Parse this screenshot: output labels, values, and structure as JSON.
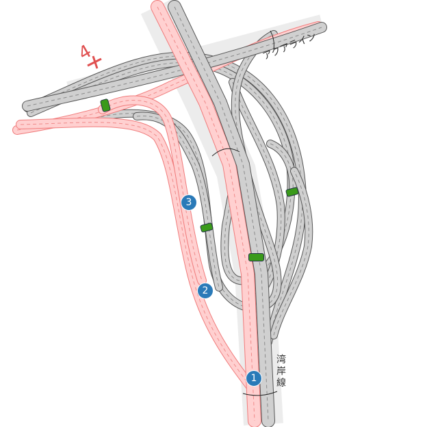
{
  "labels": {
    "aqualine": "アクアライン",
    "wangan": "湾岸線",
    "route_number": "4"
  },
  "markers": [
    {
      "number": "1"
    },
    {
      "number": "2"
    },
    {
      "number": "3"
    }
  ],
  "colors": {
    "road_gray": "#d0d0d0",
    "road_pink": "#ffd0d0",
    "pink_edge": "#f07a7a",
    "marker_blue": "#2a7ab8",
    "toll_green": "#3a9a1a",
    "route_red": "#e05050"
  }
}
